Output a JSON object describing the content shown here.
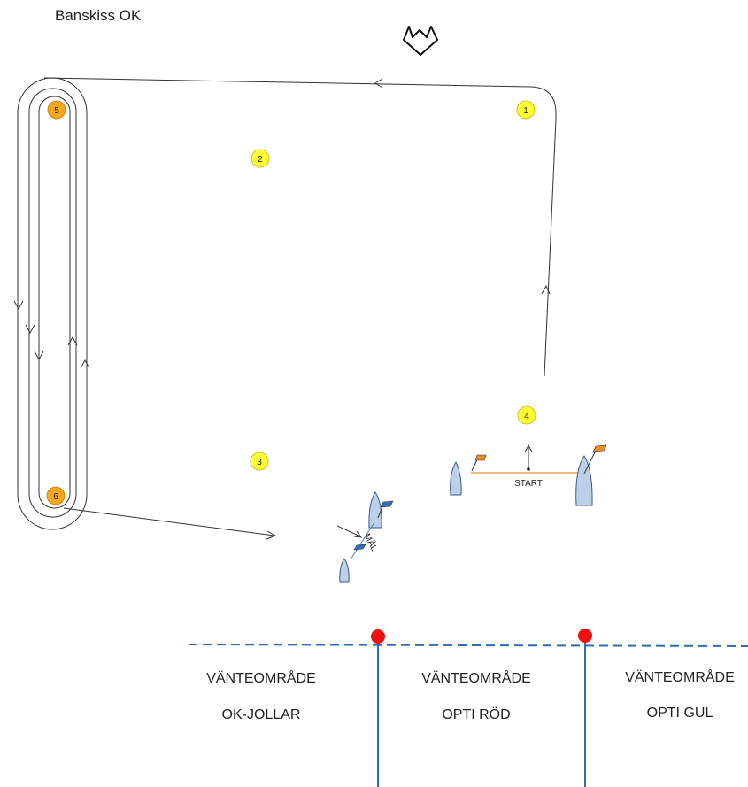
{
  "title": "Banskiss OK",
  "wind_indicator": "wind-arrow-icon",
  "marks": [
    {
      "label": "1",
      "color": "#ffff33"
    },
    {
      "label": "2",
      "color": "#ffff33"
    },
    {
      "label": "3",
      "color": "#ffff33"
    },
    {
      "label": "4",
      "color": "#ffff33"
    },
    {
      "label": "5",
      "color": "#f5a623"
    },
    {
      "label": "6",
      "color": "#f5a623"
    }
  ],
  "start_line": {
    "label": "START",
    "flag_color": "#f08a24",
    "line_color": "#f0a050"
  },
  "finish_line": {
    "label": "MÅL",
    "flag_color": "#2f6fb5"
  },
  "waiting_areas": [
    {
      "line1": "VÄNTEOMRÅDE",
      "line2": "OK-JOLLAR"
    },
    {
      "line1": "VÄNTEOMRÅDE",
      "line2": "OPTI RÖD"
    },
    {
      "line1": "VÄNTEOMRÅDE",
      "line2": "OPTI GUL"
    }
  ],
  "colors": {
    "course_line": "#333333",
    "boundary": "#2e6db5",
    "divider_buoy": "#ee1111",
    "boat_fill": "#bcd0ea",
    "boat_stroke": "#3a5a8a"
  }
}
